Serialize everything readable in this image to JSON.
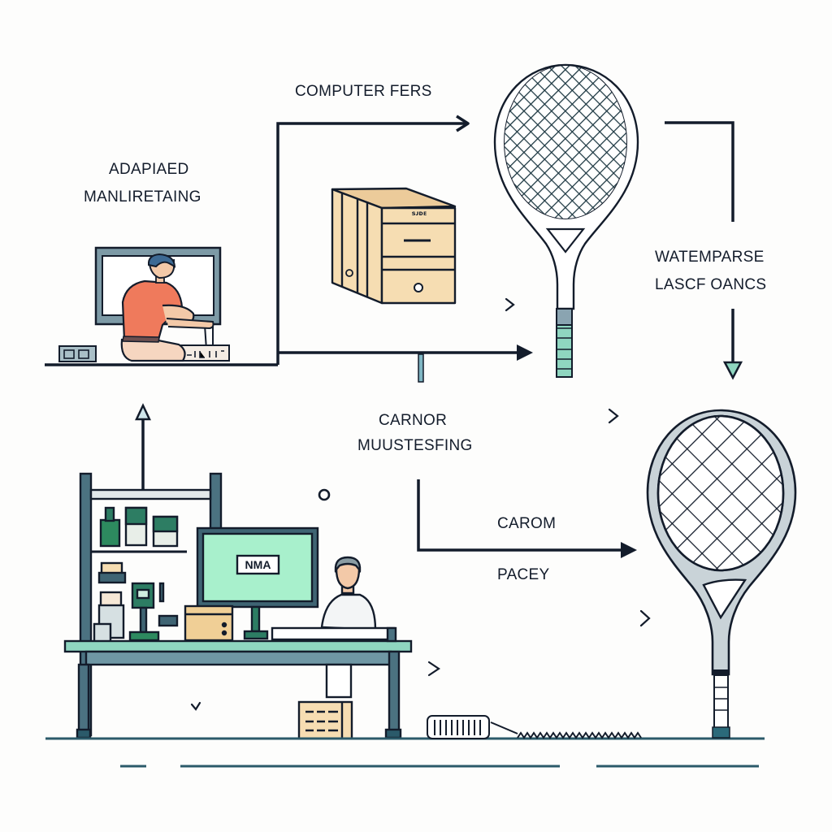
{
  "diagram": {
    "type": "process-flow illustration",
    "colors": {
      "ink": "#131c2b",
      "steel": "#3f6473",
      "teal": "#2d7d63",
      "mint": "#a8e8cc",
      "cardboard": "#f6ddb2",
      "skin": "#f3c9a8",
      "shirt": "#ef7a5c",
      "hair": "#3d6a94",
      "racket_frame": "#c9d3d8",
      "background": "#fdfdfc"
    },
    "labels": {
      "adapted_line1": "ADAPIAED",
      "adapted_line2": "MANLIRETAING",
      "computer_fers": "COMPUTER FERS",
      "watemparse_line1": "WATEMPARSE",
      "watemparse_line2": "LASCF OANCS",
      "carnor_line1": "CARNOR",
      "carnor_line2": "MUUSTESFING",
      "carom": "CAROM",
      "pacey": "PACEY"
    },
    "screen_labels": {
      "workstation_monitor": "NMA",
      "server_box": "sᴊᴅᴇ"
    },
    "nodes": [
      {
        "id": "technician-at-monitor",
        "description": "Person kneeling at wall monitor"
      },
      {
        "id": "server-cabinet",
        "description": "Beige server/storage cabinet"
      },
      {
        "id": "racket-top",
        "description": "Tennis racket with fine mesh strings"
      },
      {
        "id": "workstation",
        "description": "Shelving unit and desk with computer and operator"
      },
      {
        "id": "racket-bottom",
        "description": "Tennis racket with grey frame and wide mesh"
      },
      {
        "id": "stringing-device",
        "description": "Flat device with cable and zigzag line"
      }
    ],
    "connectors": [
      {
        "from": "technician-at-monitor",
        "to": "racket-top",
        "label": "COMPUTER FERS",
        "kind": "elbow-arrow"
      },
      {
        "from": "technician-at-monitor",
        "to": "racket-top",
        "kind": "straight-arrow"
      },
      {
        "from": "racket-top",
        "to": "racket-bottom",
        "label": "WATEMPARSE LASCF OANCS",
        "kind": "elbow-arrow-down"
      },
      {
        "from": "workstation",
        "to": "technician-at-monitor",
        "kind": "arrow-up"
      },
      {
        "from": "carnor",
        "to": "racket-bottom",
        "label": "CAROM / PACEY",
        "kind": "elbow-arrow"
      }
    ],
    "chevrons": [
      ">",
      ">",
      ">",
      ">",
      ">"
    ]
  }
}
